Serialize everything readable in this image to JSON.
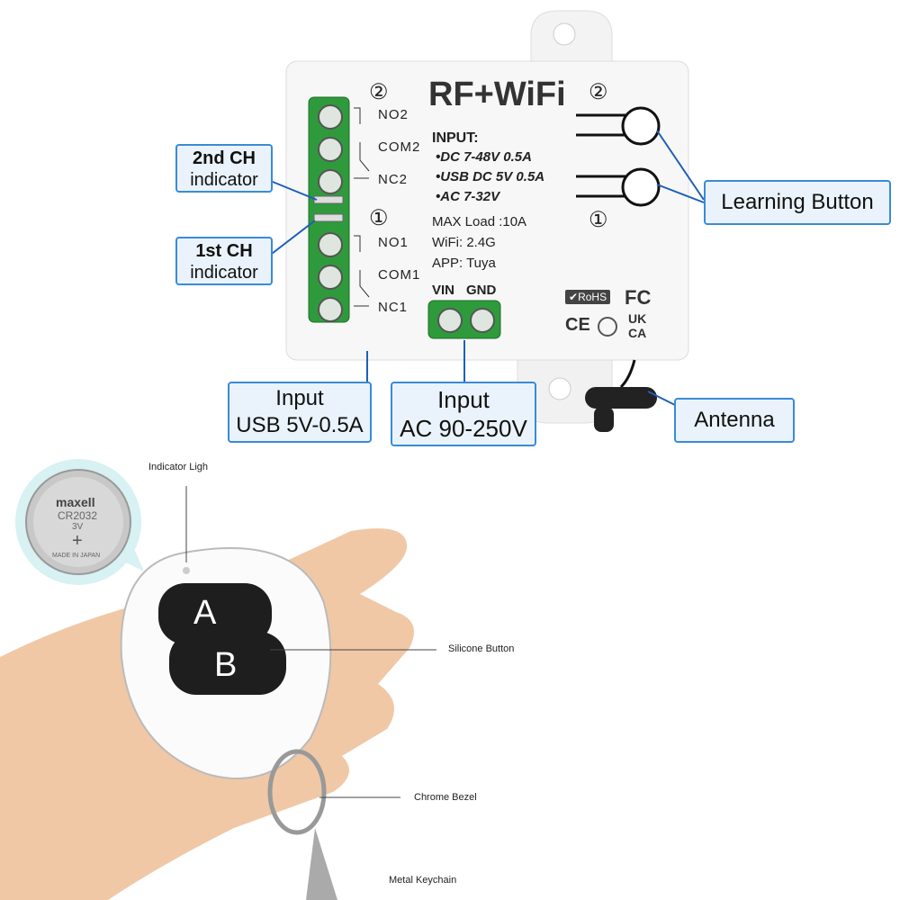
{
  "module": {
    "title": "RF+WiFi",
    "circled_two": "②",
    "circled_one": "①",
    "terminals_ch2": [
      "NO2",
      "COM2",
      "NC2"
    ],
    "terminals_ch1": [
      "NO1",
      "COM1",
      "NC1"
    ],
    "input_heading": "INPUT:",
    "input_specs": [
      "•DC 7-48V 0.5A",
      "•USB DC 5V 0.5A",
      "•AC 7-32V"
    ],
    "max_load": "MAX Load :10A",
    "wifi": "WiFi: 2.4G",
    "app": "APP: Tuya",
    "vin_label": "VIN",
    "gnd_label": "GND",
    "rohs": "RoHS",
    "fc": "FC",
    "ce": "CE",
    "ukca_top": "UK",
    "ukca_bottom": "CA"
  },
  "callouts": {
    "ch2_indicator": {
      "line1": "2nd CH",
      "line2": "indicator"
    },
    "ch1_indicator": {
      "line1": "1st CH",
      "line2": "indicator"
    },
    "learning_button": "Learning Button",
    "input_usb": {
      "line1": "Input",
      "line2": "USB 5V-0.5A"
    },
    "input_ac": {
      "line1": "Input",
      "line2": "AC 90-250V"
    },
    "antenna": "Antenna"
  },
  "remote": {
    "indicator_label": "Indicator Ligh",
    "silicone_label": "Silicone Button",
    "bezel_label": "Chrome Bezel",
    "keychain_label": "Metal Keychain",
    "button_a": "A",
    "button_b": "B",
    "battery": {
      "brand": "maxell",
      "model": "CR2032",
      "voltage": "3V",
      "plus": "+",
      "origin": "MADE IN JAPAN"
    }
  },
  "colors": {
    "callout_border": "#3a8bd6",
    "callout_fill": "#eaf3fb",
    "terminal_green": "#2f9a3c"
  }
}
